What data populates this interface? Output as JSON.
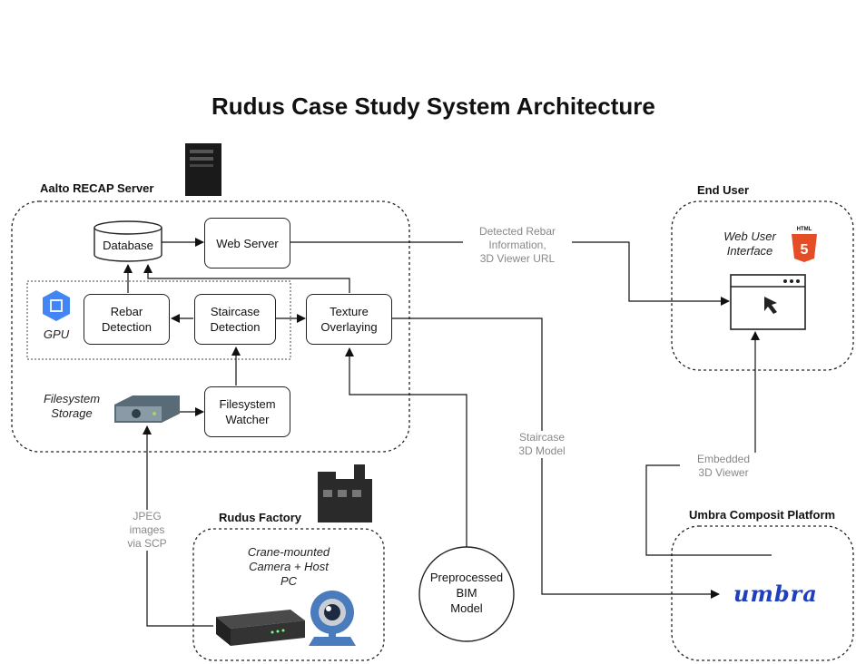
{
  "title": "Rudus Case Study System Architecture",
  "groups": {
    "server": "Aalto RECAP Server",
    "end_user": "End User",
    "factory": "Rudus Factory",
    "umbra": "Umbra Composit Platform"
  },
  "labels": {
    "gpu": "GPU",
    "filesystem_storage": "Filesystem\nStorage",
    "web_ui": "Web User\nInterface",
    "camera_pc": "Crane-mounted\nCamera + Host\nPC"
  },
  "nodes": {
    "database": "Database",
    "web_server": "Web Server",
    "rebar_detection": "Rebar\nDetection",
    "staircase_detection": "Staircase\nDetection",
    "texture_overlaying": "Texture\nOverlaying",
    "filesystem_watcher": "Filesystem\nWatcher",
    "bim_model": "Preprocessed\nBIM\nModel"
  },
  "edges": {
    "rebar_info": "Detected Rebar\nInformation,\n3D Viewer URL",
    "staircase_model": "Staircase\n3D Model",
    "embedded_viewer": "Embedded\n3D Viewer",
    "jpeg_scp": "JPEG\nimages\nvia SCP"
  },
  "icons": {
    "html5_text": "HTML",
    "html5_glyph": "5",
    "umbra_logo": "umbra"
  },
  "colors": {
    "umbra_blue": "#1f3fbf",
    "html5_orange": "#e44d26",
    "gpu_blue": "#4285f4"
  }
}
